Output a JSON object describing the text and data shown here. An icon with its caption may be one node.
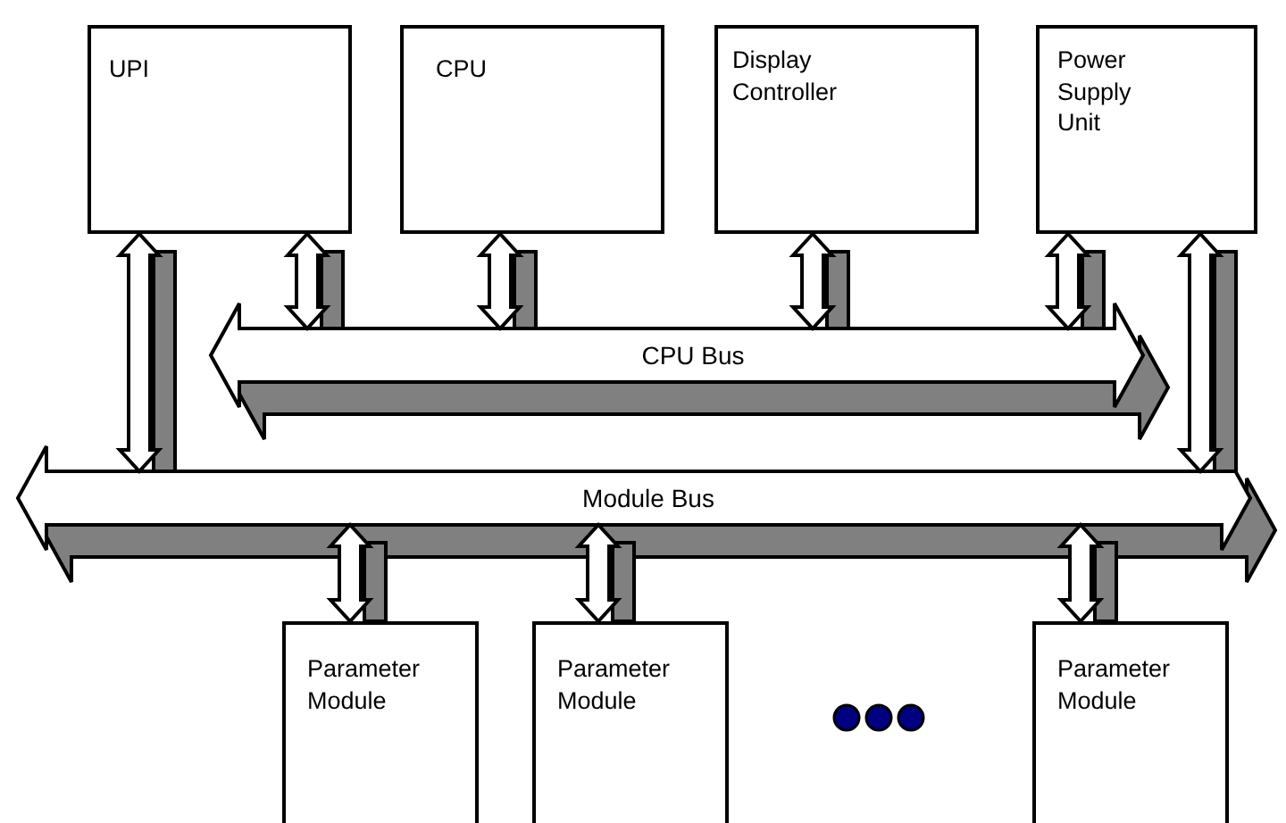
{
  "diagram": {
    "nodes": [
      {
        "text": [
          "UPI"
        ]
      },
      {
        "text": [
          "CPU"
        ]
      },
      {
        "text": [
          "Display Controller"
        ]
      },
      {
        "text": [
          "Power Supply Unit"
        ]
      },
      {
        "text": [
          "CPU Bus"
        ]
      },
      {
        "text": [
          "Module Bus"
        ]
      },
      {
        "text": [
          "Parameter Module"
        ]
      },
      {
        "text": [
          "Parameter Module"
        ]
      },
      {
        "text": [
          "Parameter Module"
        ]
      }
    ],
    "edges": [
      {
        "from": 0,
        "to": 5,
        "arrow": "both"
      },
      {
        "from": 0,
        "to": 4,
        "arrow": "both"
      },
      {
        "from": 1,
        "to": 4,
        "arrow": "both"
      },
      {
        "from": 2,
        "to": 4,
        "arrow": "both"
      },
      {
        "from": 3,
        "to": 4,
        "arrow": "both"
      },
      {
        "from": 3,
        "to": 5,
        "arrow": "both"
      },
      {
        "from": 5,
        "to": 6,
        "arrow": "both"
      },
      {
        "from": 5,
        "to": 7,
        "arrow": "both"
      },
      {
        "from": 5,
        "to": 8,
        "arrow": "both"
      }
    ]
  }
}
